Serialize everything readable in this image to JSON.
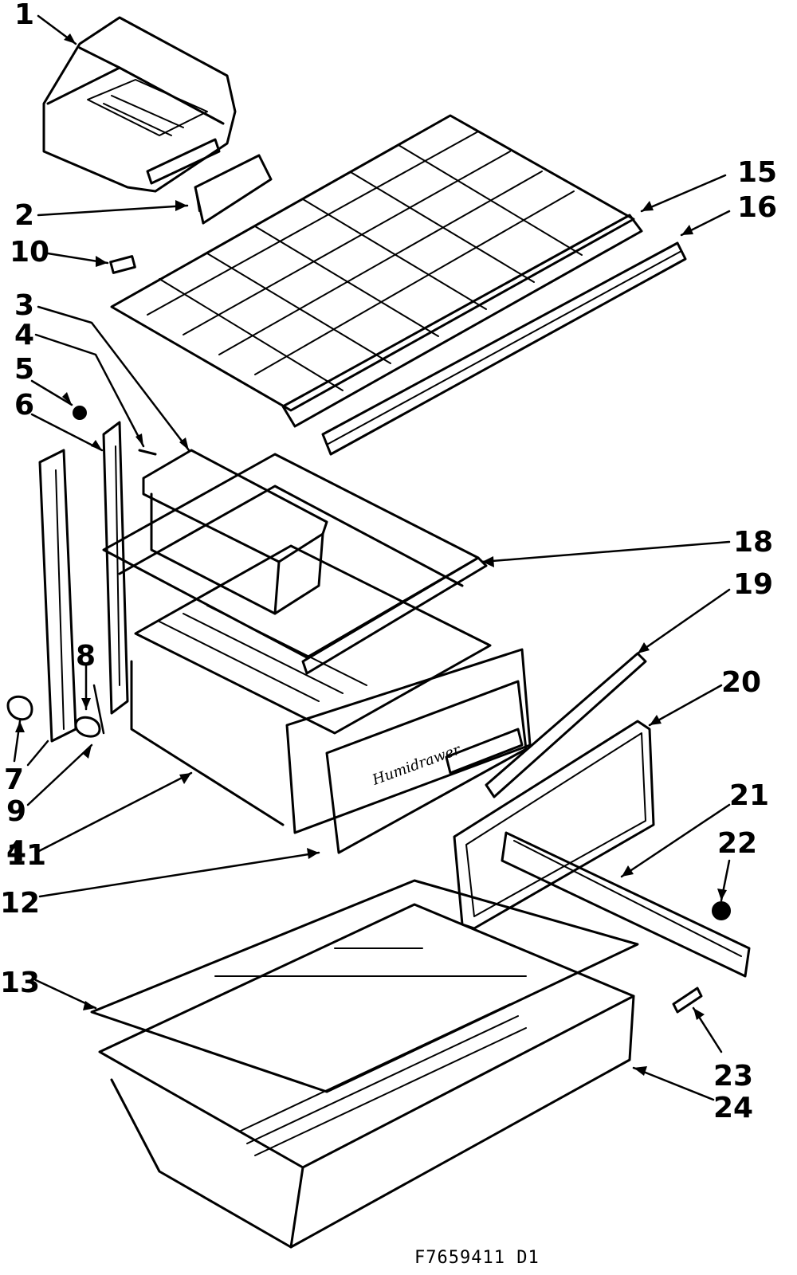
{
  "diagram": {
    "callouts": [
      "1",
      "2",
      "10",
      "3",
      "4",
      "5",
      "6",
      "8",
      "7",
      "9",
      "4",
      "11",
      "12",
      "13",
      "15",
      "16",
      "18",
      "19",
      "20",
      "21",
      "22",
      "23",
      "24"
    ],
    "drawing_number": "F7659411 D1",
    "crisper_front_script": "Humidrawer"
  }
}
